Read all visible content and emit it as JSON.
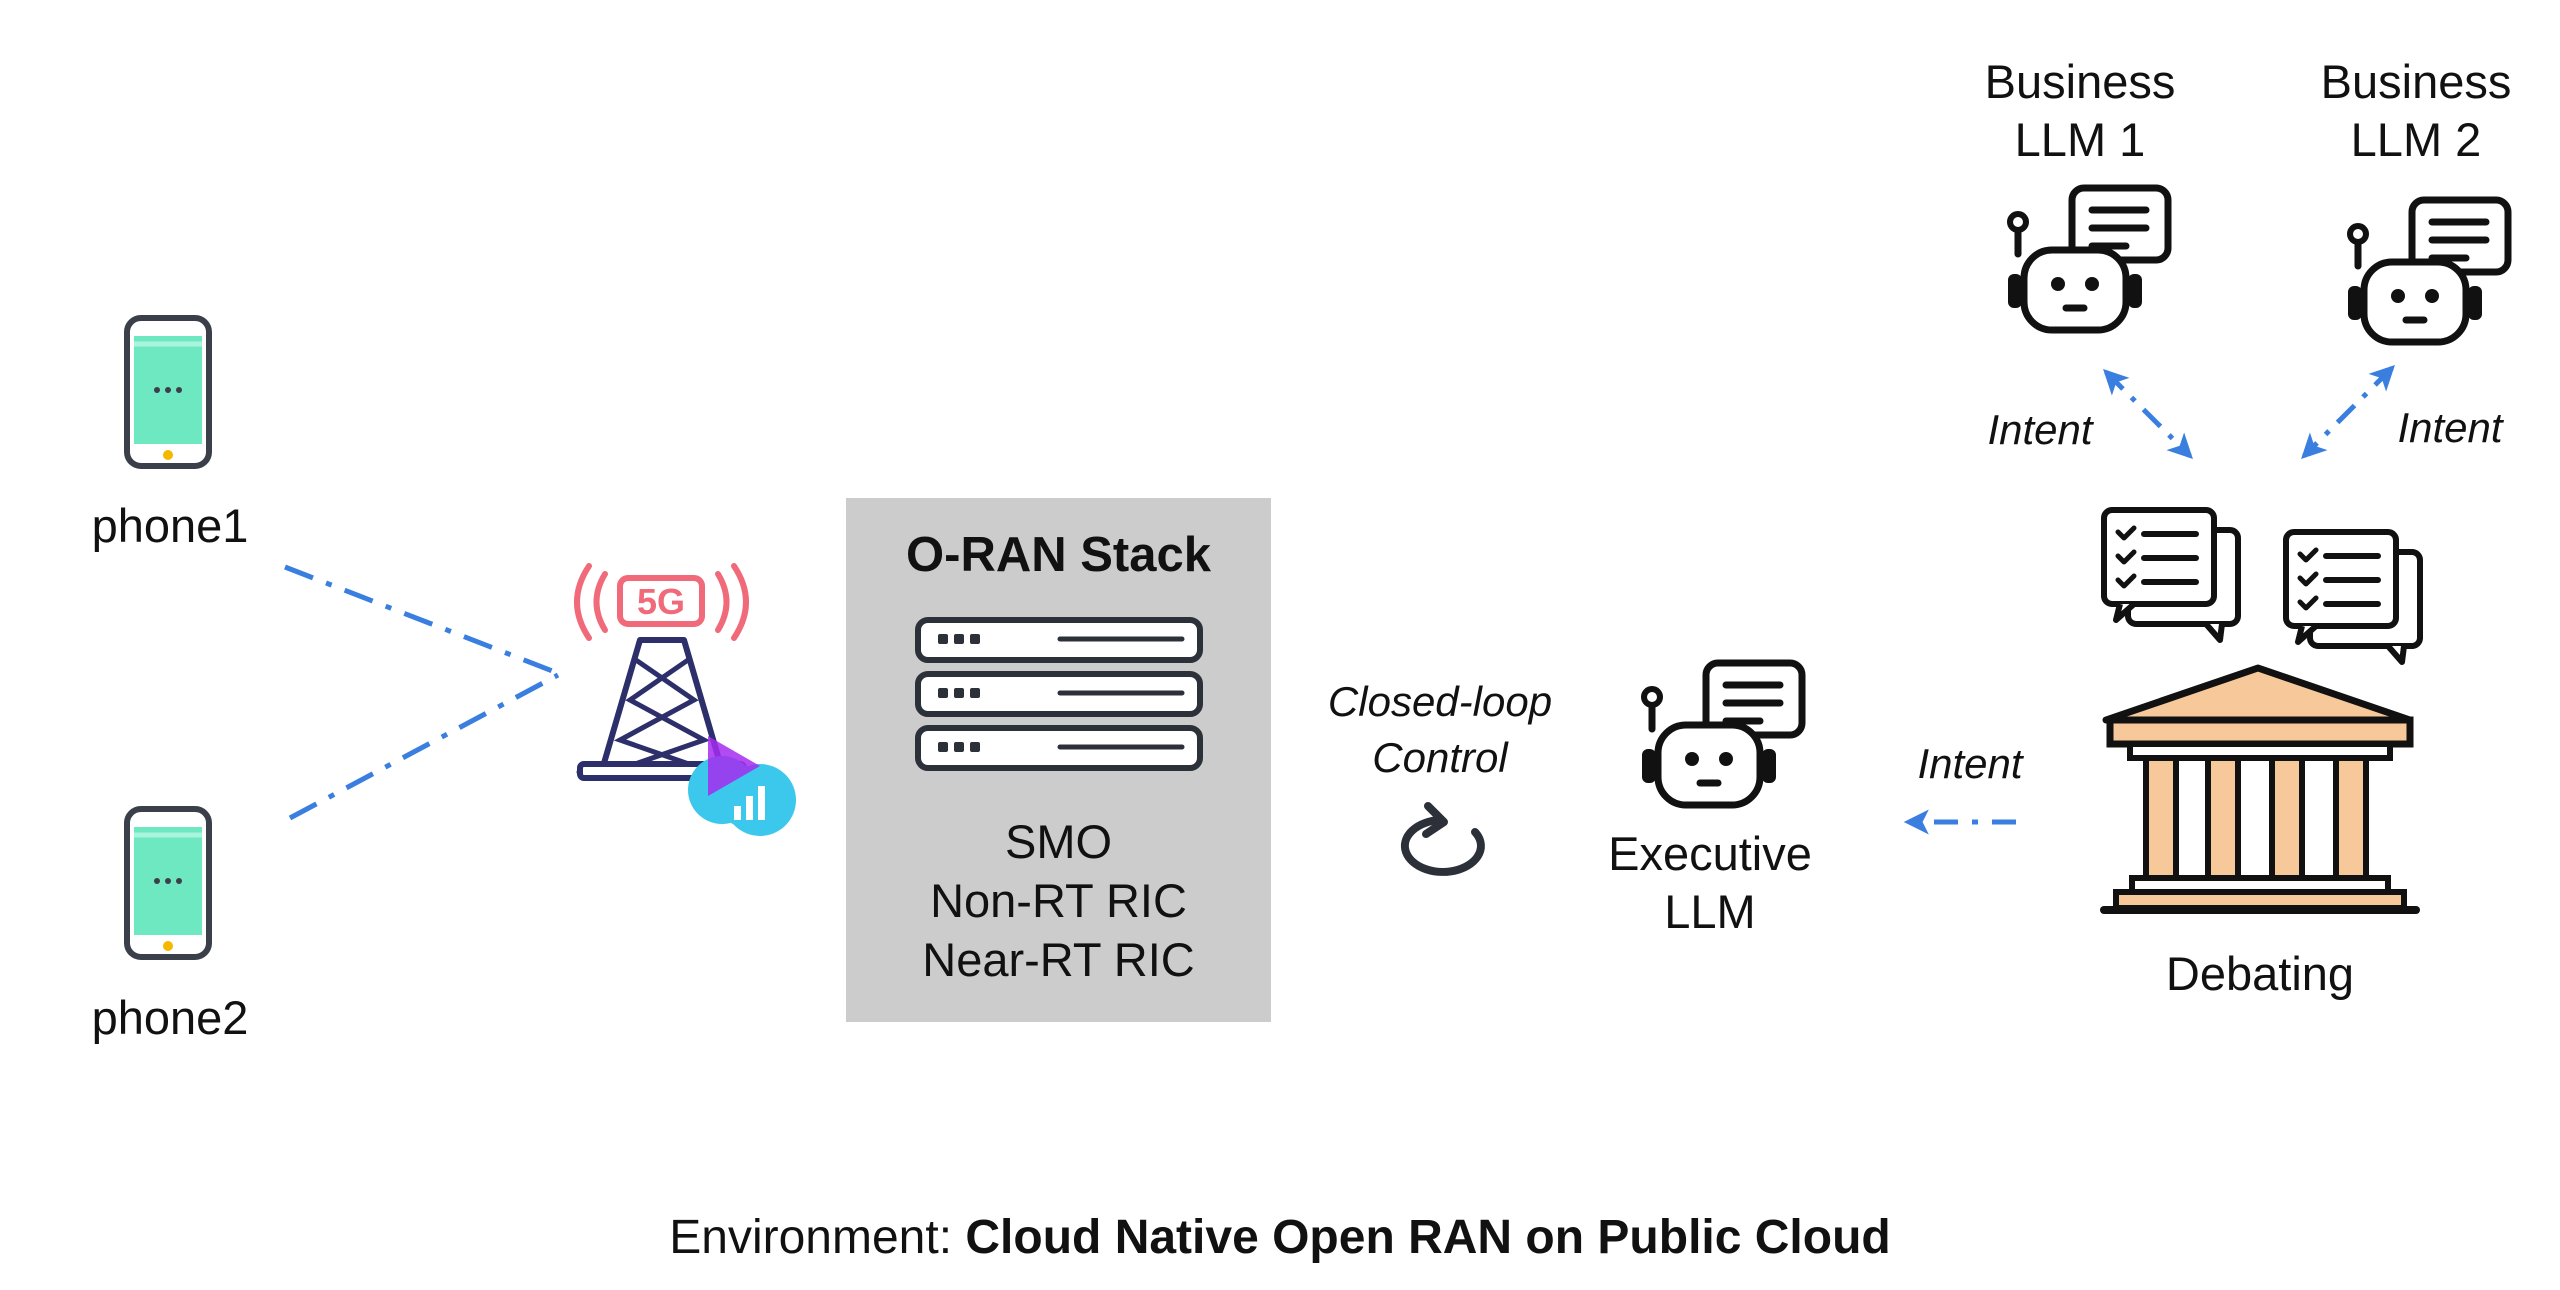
{
  "phones": [
    {
      "label": "phone1"
    },
    {
      "label": "phone2"
    }
  ],
  "tower": {
    "badge": "5G"
  },
  "oran": {
    "title": "O-RAN Stack",
    "components": [
      "SMO",
      "Non-RT RIC",
      "Near-RT RIC"
    ]
  },
  "closed_loop": {
    "line1": "Closed-loop",
    "line2": "Control"
  },
  "executive": {
    "line1": "Executive",
    "line2": "LLM"
  },
  "business": [
    {
      "line1": "Business",
      "line2": "LLM 1"
    },
    {
      "line1": "Business",
      "line2": "LLM 2"
    }
  ],
  "intent_labels": [
    "Intent",
    "Intent",
    "Intent"
  ],
  "debating": {
    "label": "Debating"
  },
  "environment": {
    "prefix": "Environment: ",
    "name": "Cloud Native Open RAN on Public Cloud"
  },
  "colors": {
    "arrow_blue": "#3a7fe0",
    "phone_screen": "#6ee8c0",
    "stack_bg": "#cccccc",
    "tower_red": "#f06a7a",
    "tower_navy": "#2c2f6a",
    "column_peach": "#f7c89a"
  }
}
